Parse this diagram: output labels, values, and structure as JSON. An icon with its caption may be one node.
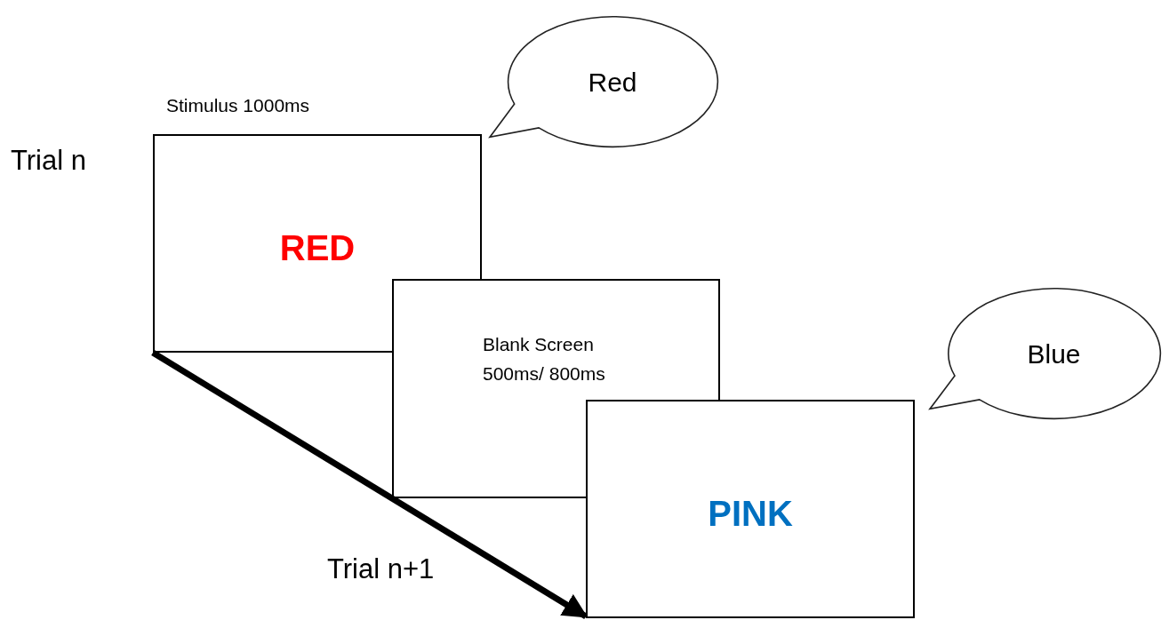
{
  "diagram": {
    "nodes": [
      {
        "text": [
          "RED"
        ],
        "beside": [
          "Stimulus 1000ms"
        ]
      },
      {
        "text": [
          "Blank Screen 500ms/ 800ms"
        ]
      },
      {
        "text": [
          "PINK"
        ]
      },
      {
        "text": [
          "Red"
        ]
      },
      {
        "text": [
          "Blue"
        ]
      }
    ],
    "edges": [
      {
        "from": 0,
        "to": 2,
        "arrow": "to"
      }
    ],
    "labels": [
      "Trial n",
      "Trial n+1"
    ]
  }
}
